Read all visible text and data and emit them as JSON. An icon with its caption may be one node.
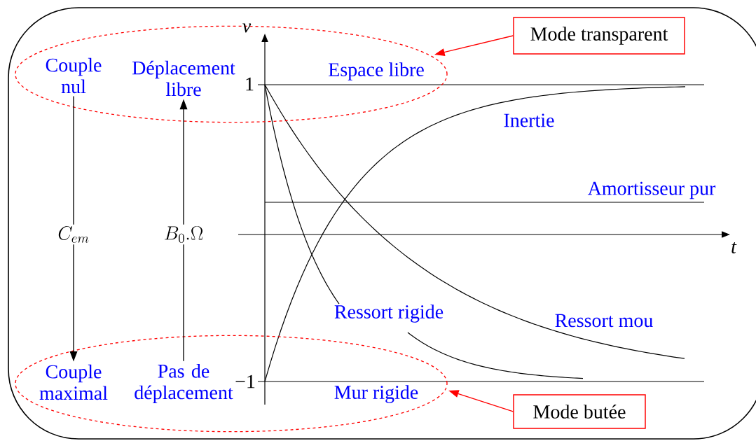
{
  "diagram": {
    "nodes": [
      {
        "text": [],
        "shape": "ellipse"
      },
      {
        "text": [
          "Couple nul"
        ],
        "in": 0
      },
      {
        "text": [
          "Déplacement libre"
        ],
        "in": 0
      },
      {
        "text": [
          "Mode transparent"
        ]
      },
      {
        "text": [],
        "shape": "ellipse"
      },
      {
        "text": [
          "Couple maximal"
        ],
        "in": 4
      },
      {
        "text": [
          "Pas de déplacement"
        ],
        "in": 4
      },
      {
        "text": [
          "Mode butée"
        ]
      }
    ],
    "edges": [
      {
        "from": 1,
        "to": 5,
        "arrow": "to",
        "label": "C_{em}"
      },
      {
        "from": 6,
        "to": 2,
        "arrow": "to",
        "label": "B_0.\\Omega"
      },
      {
        "from": 3,
        "to": 0,
        "arrow": "to",
        "color": "#ff0000"
      },
      {
        "from": 7,
        "to": 4,
        "arrow": "to",
        "color": "#ff0000"
      }
    ],
    "labels": [
      "v",
      "1",
      "Espace libre",
      "Inertie",
      "Amortisseur pur",
      "t",
      "Ressort rigide",
      "Ressort mou",
      "−1",
      "Mur rigide"
    ]
  }
}
